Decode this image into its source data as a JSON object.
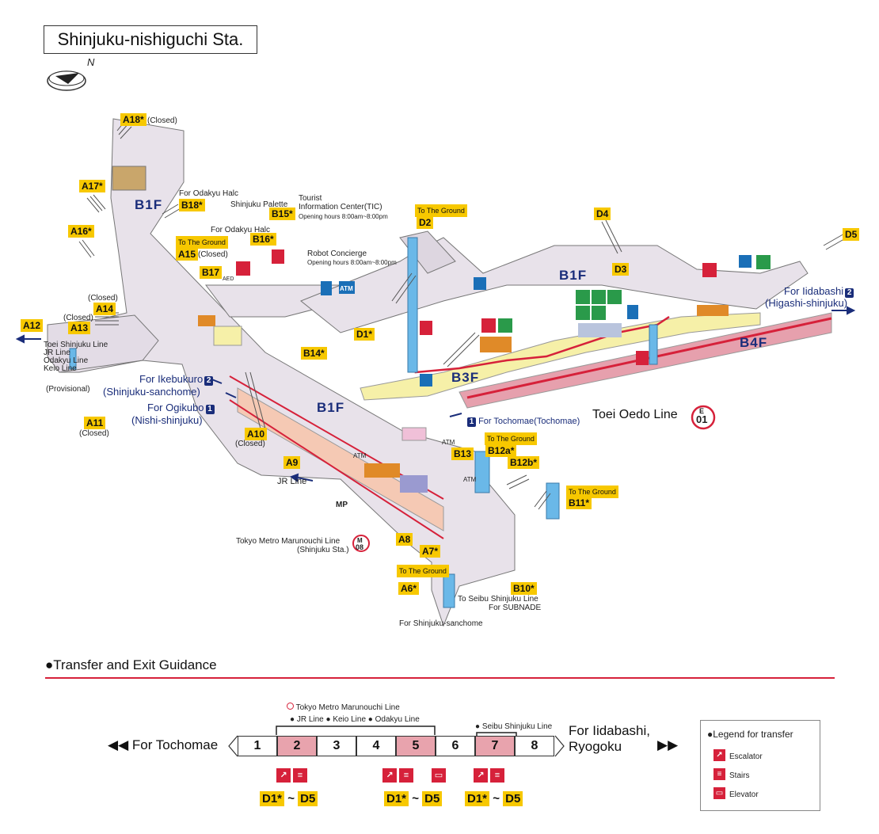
{
  "station_title": "Shinjuku-nishiguchi Sta.",
  "compass_label": "N",
  "floors": {
    "b1f_a": "B1F",
    "b1f_b": "B1F",
    "b1f_c": "B1F",
    "b3f": "B3F",
    "b4f": "B4F"
  },
  "exits": {
    "a18": "A18*",
    "a18_note": "(Closed)",
    "a17": "A17*",
    "a16": "A16*",
    "a15": "A15",
    "a15_note": "(Closed)",
    "a15_ground": "To The Ground",
    "a14": "A14",
    "a14_note": "(Closed)",
    "a13": "A13",
    "a13_note": "(Closed)",
    "a12": "A12",
    "a11": "A11",
    "a11_note": "(Closed)",
    "a10": "A10",
    "a10_note": "(Closed)",
    "a9": "A9",
    "a8": "A8",
    "a7": "A7*",
    "a6": "A6*",
    "a6_ground": "To The Ground",
    "b18": "B18*",
    "b18_for": "For Odakyu Halc",
    "b17": "B17",
    "b16": "B16*",
    "b16_for": "For Odakyu Halc",
    "b15": "B15*",
    "b15_for": "Shinjuku Palette",
    "b14": "B14*",
    "b13": "B13",
    "b12a": "B12a*",
    "b12a_ground": "To The Ground",
    "b12b": "B12b*",
    "b11": "B11*",
    "b11_ground": "To The Ground",
    "b10": "B10*",
    "d1": "D1*",
    "d2": "D2",
    "d2_ground": "To The Ground",
    "d3": "D3",
    "d4": "D4",
    "d5": "D5"
  },
  "labels": {
    "tic_1": "Tourist",
    "tic_2": "Information Center(TIC)",
    "tic_hours": "Opening hours 8:00am~8:00pm",
    "robot": "Robot Concierge",
    "robot_hours": "Opening hours 8:00am~8:00pm",
    "lines_left_1": "Toei Shinjuku Line",
    "lines_left_2": "JR Line",
    "lines_left_3": "Odakyu Line",
    "lines_left_4": "Keio Line",
    "provisional": "(Provisional)",
    "jr_line": "JR Line",
    "marunouchi_1": "Tokyo Metro Marunouchi Line",
    "marunouchi_2": "(Shinjuku Sta.)",
    "seibu_1": "To Seibu Shinjuku Line",
    "seibu_2": "For SUBNADE",
    "shinjuku_sanchome": "For Shinjuku-sanchome",
    "oedo_line": "Toei Oedo Line",
    "oedo_code_letter": "E",
    "oedo_code_num": "01",
    "m_code_letter": "M",
    "m_code_num": "08",
    "atm": "ATM",
    "mp": "MP",
    "aed": "AED"
  },
  "directions": {
    "ikebukuro": "For Ikebukuro",
    "ikebukuro_num": "2",
    "ikebukuro_via": "(Shinjuku-sanchome)",
    "ogikubo": "For Ogikubo",
    "ogikubo_num": "1",
    "ogikubo_via": "(Nishi-shinjuku)",
    "iidabashi": "For Iidabashi",
    "iidabashi_num": "2",
    "iidabashi_via": "(Higashi-shinjuku)",
    "tochomae_num": "1",
    "tochomae": "For Tochomae(Tochomae)"
  },
  "guidance": {
    "heading": "●Transfer and Exit Guidance",
    "for_left": "◀◀ For Tochomae",
    "for_right_1": "For Iidabashi,",
    "for_right_2": "Ryogoku",
    "right_arrows": "▶▶",
    "transfer_marunouchi": "Tokyo Metro Marunouchi Line",
    "transfer_group": "● JR Line  ● Keio Line  ● Odakyu Line",
    "transfer_seibu": "● Seibu Shinjuku Line",
    "cars": [
      "1",
      "2",
      "3",
      "4",
      "5",
      "6",
      "7",
      "8"
    ],
    "highlighted_cars": [
      "2",
      "5",
      "7"
    ],
    "exit_from": "D1*",
    "exit_sep": "~",
    "exit_to": "D5"
  },
  "legend": {
    "title": "●Legend for transfer",
    "escalator": "Escalator",
    "stairs": "Stairs",
    "elevator": "Elevator"
  },
  "colors": {
    "exit_tag": "#f7c800",
    "floor_text": "#1a2d7a",
    "highlight_car": "#e8a3ad",
    "accent_red": "#d6213a",
    "b3f_fill": "#f6f0a8",
    "b4f_fill": "#e6a0ad",
    "concourse": "#e8e2ea",
    "elevator_blue": "#6ab8e8"
  }
}
